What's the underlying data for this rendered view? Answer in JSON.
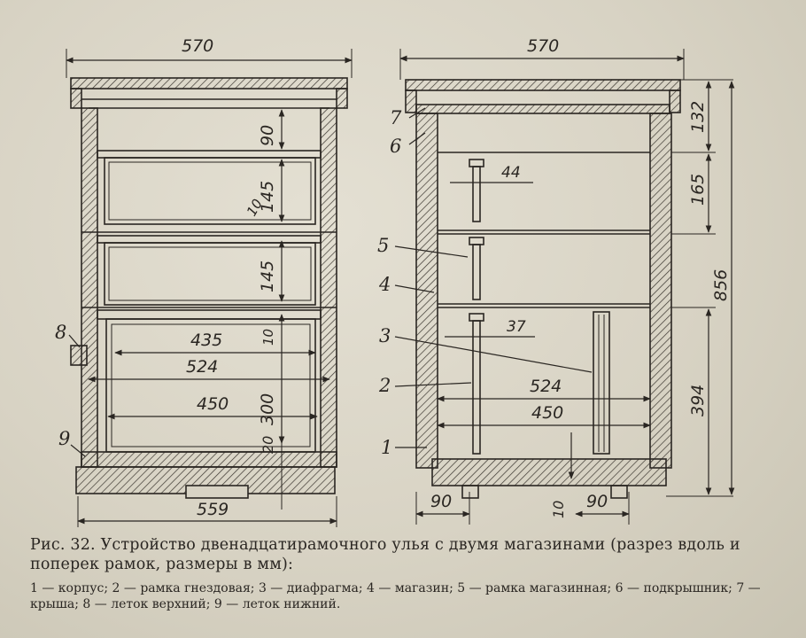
{
  "caption": {
    "title": "Рис. 32. Устройство двенадцатирамочного улья с двумя магазинами (разрез вдоль и поперек рамок, размеры в мм):",
    "legend": "1 — корпус; 2 — рамка гнездовая; 3 — диафрагма; 4 — магазин; 5 — рамка магазинная; 6 — подкрышник; 7 — крыша; 8 — леток верхний; 9 — леток нижний."
  },
  "left_view": {
    "dims": {
      "top_width": "570",
      "h_90": "90",
      "h_145a": "145",
      "h_10a": "10",
      "h_145b": "145",
      "w_435": "435",
      "h_10b": "10",
      "w_524": "524",
      "w_450": "450",
      "h_300": "300",
      "h_20": "20",
      "bottom_width": "559"
    },
    "labels": {
      "n8": "8",
      "n9": "9"
    }
  },
  "right_view": {
    "dims": {
      "top_width": "570",
      "w_44": "44",
      "w_37": "37",
      "w_524": "524",
      "w_450": "450",
      "h_132": "132",
      "h_165": "165",
      "h_856": "856",
      "h_394": "394",
      "b_90a": "90",
      "b_10": "10",
      "b_90b": "90"
    },
    "labels": {
      "n7": "7",
      "n6": "6",
      "n5": "5",
      "n4": "4",
      "n3": "3",
      "n2": "2",
      "n1": "1"
    }
  }
}
